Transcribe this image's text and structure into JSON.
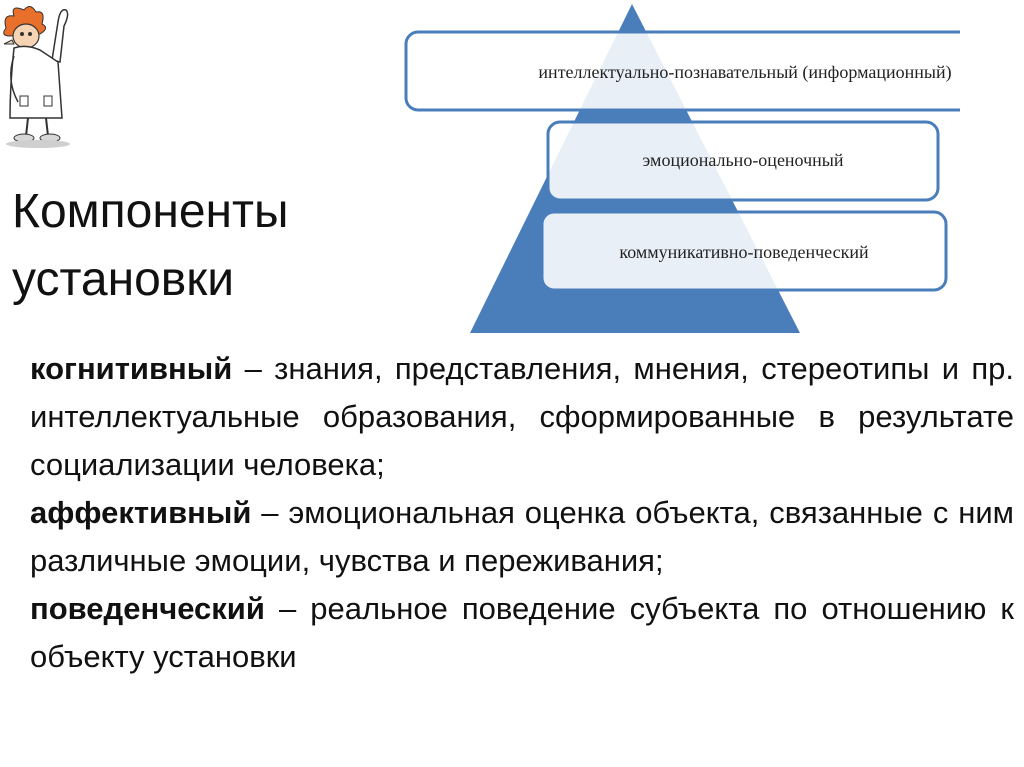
{
  "title": {
    "line1": "Компоненты",
    "line2": "установки"
  },
  "pyramid": {
    "fill_color": "#4a7ebb",
    "border_color": "#4a7ebb",
    "layers": [
      {
        "label": "интеллектуально-познавательный (информационный)"
      },
      {
        "label": "эмоционально-оценочный"
      },
      {
        "label": "коммуникативно-поведенческий"
      }
    ]
  },
  "definitions": [
    {
      "term": "когнитивный",
      "text": " – знания, представления, мнения, стереотипы и пр. интеллектуальные образования, сформированные в результате социализации человека;"
    },
    {
      "term": "аффективный",
      "text": " – эмоциональная оценка объекта, связанные с ним различные эмоции, чувства и переживания;"
    },
    {
      "term": "поведенческий",
      "text": " – реальное поведение субъекта по отношению к объекту установки"
    }
  ],
  "mascot": {
    "icon": "cartoon-scientist-icon"
  }
}
